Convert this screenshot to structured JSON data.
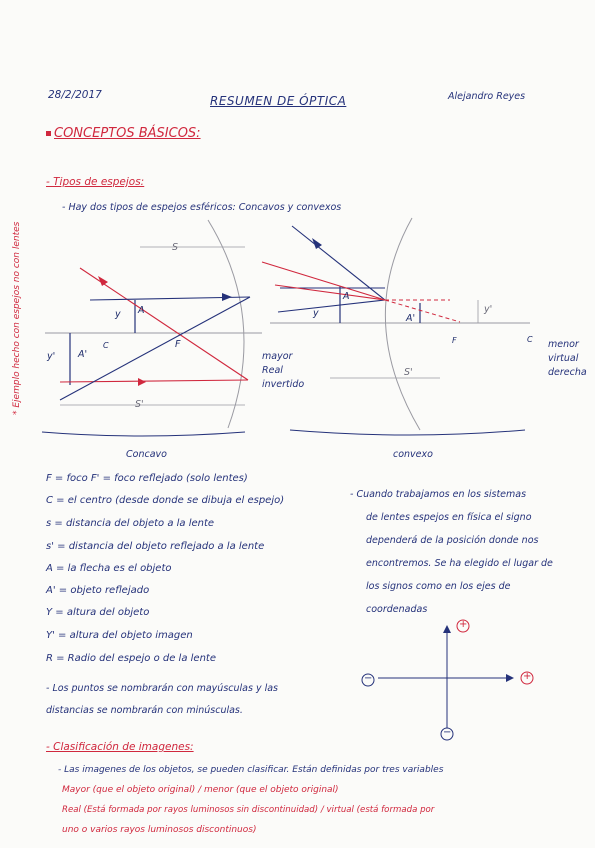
{
  "header": {
    "date": "28/2/2017",
    "title": "RESUMEN DE ÓPTICA",
    "author": "Alejandro Reyes"
  },
  "side_note": "* Ejemplo hecho con espejos no con lentes",
  "section1": {
    "title": "CONCEPTOS BÁSICOS:",
    "subtitle": "- Tipos de espejos:",
    "intro": "- Hay dos tipos de espejos esféricos: Concavos y convexos"
  },
  "diagram_concave": {
    "label_s": "S",
    "label_s_prime": "S'",
    "label_y": "y",
    "label_y_prime": "y'",
    "label_A": "A",
    "label_A_prime": "A'",
    "label_C": "C",
    "label_F": "F",
    "result": [
      "mayor",
      "Real",
      "invertido"
    ],
    "caption": "Concavo"
  },
  "diagram_convex": {
    "label_y": "y",
    "label_y_prime": "y'",
    "label_A": "A",
    "label_A_prime": "A'",
    "label_F": "F",
    "label_C": "C",
    "label_s_prime": "S'",
    "result": [
      "menor",
      "virtual",
      "derecha"
    ],
    "caption": "convexo"
  },
  "definitions": [
    "F = foco    F' = foco reflejado (solo lentes)",
    "C = el centro (desde donde se dibuja el espejo)",
    "s = distancia del objeto a la lente",
    "s' = distancia del objeto reflejado a la lente",
    "A = la flecha es el objeto",
    "A' = objeto reflejado",
    "Y = altura del objeto",
    "Y' = altura del objeto imagen",
    "R = Radio del espejo o de la lente"
  ],
  "naming_note": [
    "- Los puntos se nombrarán con mayúsculas y las",
    "distancias se nombrarán con minúsculas."
  ],
  "sign_note": [
    "- Cuando trabajamos en los sistemas",
    "de lentes espejos en física el signo",
    "dependerá de la posición donde nos",
    "encontremos. Se ha elegido el lugar de",
    "los signos como en los ejes de",
    "coordenadas"
  ],
  "axis_signs": {
    "top": "+",
    "right": "+",
    "left": "−",
    "bottom": "−"
  },
  "section2": {
    "title": "- Clasificación de imagenes:",
    "line1": "- Las imagenes de los objetos, se pueden clasificar. Están definidas por tres variables",
    "line2": "Mayor (que el objeto original) / menor (que el objeto original)",
    "line3": "Real (Está formada por rayos luminosos sin discontinuidad) / virtual (está formada por",
    "line4": "uno o varios rayos luminosos discontinuos)"
  },
  "colors": {
    "ink_blue": "#25327a",
    "ink_red": "#d0283e",
    "pencil_gray": "#9a9aa2"
  }
}
